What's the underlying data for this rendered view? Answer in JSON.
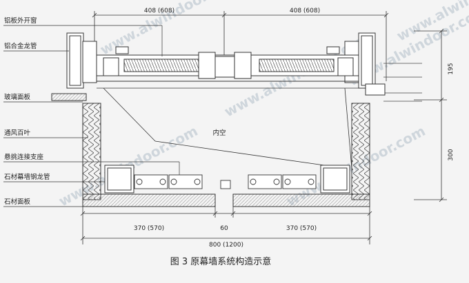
{
  "labels": {
    "aluminum_casement_window": "铝板外开窗",
    "aluminum_alloy_mullion": "铝合金龙管",
    "glass_panel": "玻璃面板",
    "ventilation_louver": "通风百叶",
    "cantilever_bracket": "悬挑连接支座",
    "stone_curtain_steel_mullion": "石材幕墙钢龙管",
    "stone_panel": "石材面板"
  },
  "cavity_label": "内空",
  "dimensions": {
    "top_left": "408 (608)",
    "top_right": "408 (608)",
    "right_upper": "195",
    "right_lower": "300",
    "bottom_left": "370 (570)",
    "bottom_middle": "60",
    "bottom_right": "370 (570)",
    "bottom_total": "800 (1200)"
  },
  "caption": "图 3  原幕墙系统构造示意",
  "watermark": "www.alwindoor.com",
  "colors": {
    "line": "#333333",
    "insulation": "#888888",
    "watermark": "#cfd6dc"
  }
}
